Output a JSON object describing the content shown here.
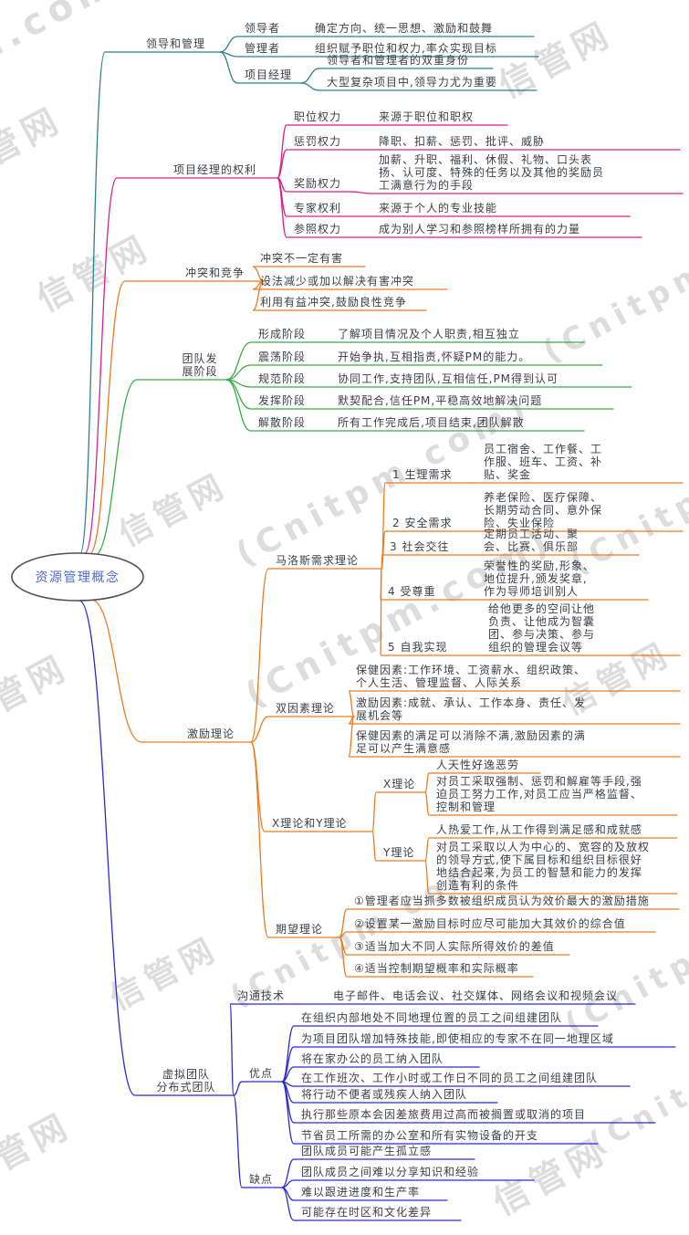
{
  "watermark": {
    "site_name": "信管网",
    "site_domain": "(Cnitpm.com)"
  },
  "root": {
    "label": "资源管理概念"
  },
  "branches": [
    {
      "label": "领导和管理",
      "color": "#2e808f",
      "children": [
        {
          "label": "领导者",
          "children": [
            {
              "label": "确定方向、统一思想、激励和鼓舞"
            }
          ]
        },
        {
          "label": "管理者",
          "children": [
            {
              "label": "组织赋予职位和权力,率众实现目标"
            }
          ]
        },
        {
          "label": "项目经理",
          "children": [
            {
              "label": "领导者和管理者的双重身份"
            },
            {
              "label": "大型复杂项目中,领导力尤为重要"
            }
          ]
        }
      ]
    },
    {
      "label": "项目经理的权利",
      "color": "#d9218c",
      "children": [
        {
          "label": "职位权力",
          "children": [
            {
              "label": "来源于职位和职权"
            }
          ]
        },
        {
          "label": "惩罚权力",
          "children": [
            {
              "label": "降职、扣薪、惩罚、批评、威胁"
            }
          ]
        },
        {
          "label": "奖励权力",
          "children": [
            {
              "label": "加薪、升职、福利、休假、礼物、口头表\n扬、认可度、特殊的任务以及其他的奖励员\n工满意行为的手段"
            }
          ]
        },
        {
          "label": "专家权利",
          "children": [
            {
              "label": "来源于个人的专业技能"
            }
          ]
        },
        {
          "label": "参照权力",
          "children": [
            {
              "label": "成为别人学习和参照榜样所拥有的力量"
            }
          ]
        }
      ]
    },
    {
      "label": "冲突和竞争",
      "color": "#ef7a1a",
      "children": [
        {
          "label": "冲突不一定有害"
        },
        {
          "label": "设法减少或加以解决有害冲突"
        },
        {
          "label": "利用有益冲突,鼓励良性竞争"
        }
      ]
    },
    {
      "label": "团队发\n展阶段",
      "color": "#35ad44",
      "children": [
        {
          "label": "形成阶段",
          "children": [
            {
              "label": "了解项目情况及个人职责,相互独立"
            }
          ]
        },
        {
          "label": "震荡阶段",
          "children": [
            {
              "label": "开始争执,互相指责,怀疑PM的能力。"
            }
          ]
        },
        {
          "label": "规范阶段",
          "children": [
            {
              "label": "协同工作,支持团队,互相信任,PM得到认可"
            }
          ]
        },
        {
          "label": "发挥阶段",
          "children": [
            {
              "label": "默契配合,信任PM,平稳高效地解决问题"
            }
          ]
        },
        {
          "label": "解散阶段",
          "children": [
            {
              "label": "所有工作完成后,项目结束,团队解散"
            }
          ]
        }
      ]
    },
    {
      "label": "激励理论",
      "color": "#ef7a1a",
      "children": [
        {
          "label": "马洛斯需求理论",
          "children": [
            {
              "label": "1 生理需求",
              "children": [
                {
                  "label": "员工宿舍、工作餐、工\n作服、班车、工资、补\n贴、奖金"
                }
              ]
            },
            {
              "label": "2 安全需求",
              "children": [
                {
                  "label": "养老保险、医疗保障、\n长期劳动合同、意外保\n险、失业保险"
                }
              ]
            },
            {
              "label": "3 社会交往",
              "children": [
                {
                  "label": "定期员工活动、聚\n会、比赛、俱乐部"
                }
              ]
            },
            {
              "label": "4 受尊重",
              "children": [
                {
                  "label": "荣誉性的奖励,形象、\n地位提升,颁发奖章,\n作为导师培训别人"
                }
              ]
            },
            {
              "label": "5 自我实现",
              "children": [
                {
                  "label": "给他更多的空间让他\n负责、让他成为智囊\n团、参与决策、参与\n组织的管理会议等"
                }
              ]
            }
          ]
        },
        {
          "label": "双因素理论",
          "children": [
            {
              "label": "保健因素:工作环境、工资薪水、组织政策、\n个人生活、管理监督、人际关系"
            },
            {
              "label": "激励因素:成就、承认、工作本身、责任、发\n展机会等"
            },
            {
              "label": "保健因素的满足可以消除不满,激励因素的满\n足可以产生满意感"
            }
          ]
        },
        {
          "label": "X理论和Y理论",
          "children": [
            {
              "label": "X理论",
              "children": [
                {
                  "label": "人天性好逸恶劳"
                },
                {
                  "label": "对员工采取强制、惩罚和解雇等手段,强\n迫员工努力工作,对员工应当严格监督、\n控制和管理"
                }
              ]
            },
            {
              "label": "Y理论",
              "children": [
                {
                  "label": "人热爱工作,从工作得到满足感和成就感"
                },
                {
                  "label": "对员工采取以人为中心的、宽容的及放权\n的领导方式,使下属目标和组织目标很好\n地结合起来,为员工的智慧和能力的发挥\n创造有利的条件"
                }
              ]
            }
          ]
        },
        {
          "label": "期望理论",
          "children": [
            {
              "label": "①管理者应当抓多数被组织成员认为效价最大的激励措施"
            },
            {
              "label": "②设置某一激励目标时应尽可能加大其效价的综合值"
            },
            {
              "label": "③适当加大不同人实际所得效价的差值"
            },
            {
              "label": "④适当控制期望概率和实际概率"
            }
          ]
        }
      ]
    },
    {
      "label": "虚拟团队\n分布式团队",
      "color": "#2a2ad4",
      "children": [
        {
          "label": "沟通技术",
          "children": [
            {
              "label": "电子邮件、电话会议、社交媒体、网络会议和视频会议"
            }
          ]
        },
        {
          "label": "优点",
          "children": [
            {
              "label": "在组织内部地处不同地理位置的员工之间组建团队"
            },
            {
              "label": "为项目团队增加特殊技能,即使相应的专家不在同一地理区域"
            },
            {
              "label": "将在家办公的员工纳入团队"
            },
            {
              "label": "在工作班次、工作小时或工作日不同的员工之间组建团队"
            },
            {
              "label": "将行动不便者或残疾人纳入团队"
            },
            {
              "label": "执行那些原本会因差旅费用过高而被搁置或取消的项目"
            },
            {
              "label": "节省员工所需的办公室和所有实物设备的开支"
            }
          ]
        },
        {
          "label": "缺点",
          "children": [
            {
              "label": "团队成员可能产生孤立感"
            },
            {
              "label": "团队成员之间难以分享知识和经验"
            },
            {
              "label": "难以跟进进度和生产率"
            },
            {
              "label": "可能存在时区和文化差异"
            }
          ]
        }
      ]
    }
  ]
}
